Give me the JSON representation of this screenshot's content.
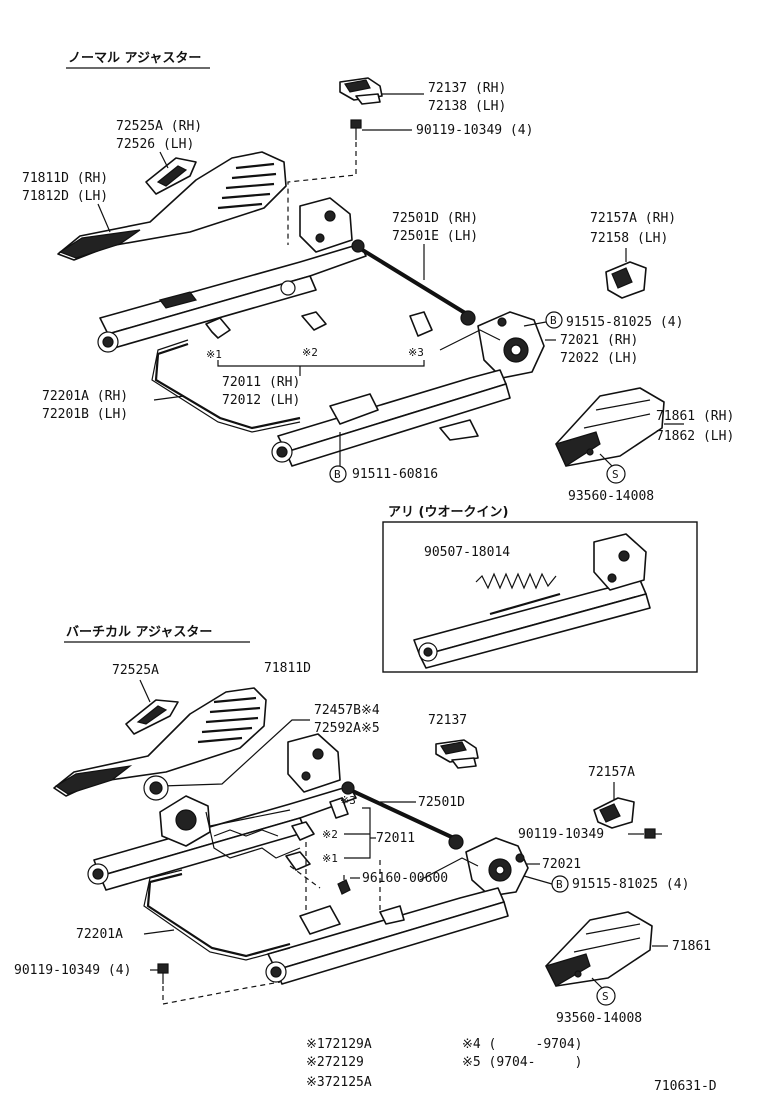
{
  "headings": {
    "normal": "ノーマル アジャスター",
    "vertical": "バーチカル アジャスター",
    "walkin": "アリ (ウオークイン)"
  },
  "labels": {
    "l72137_rh": "72137 (RH)",
    "l72138_lh": "72138 (LH)",
    "l90119_4_top": "90119-10349 (4)",
    "l72525a_rh": "72525A (RH)",
    "l72526_lh": "72526  (LH)",
    "l71811d_rh": "71811D (RH)",
    "l71812d_lh": "71812D (LH)",
    "l72501d_rh": "72501D (RH)",
    "l72501e_lh": "72501E (LH)",
    "l72157a_rh": "72157A (RH)",
    "l72158_lh": "72158  (LH)",
    "l91515_4_top": "91515-81025 (4)",
    "l72021_rh": "72021 (RH)",
    "l72022_lh": "72022 (LH)",
    "l72201a_rh": "72201A (RH)",
    "l72201b_lh": "72201B (LH)",
    "l72011_rh": "72011 (RH)",
    "l72012_lh": "72012 (LH)",
    "l91511": "91511-60816",
    "l71861_rh": "71861 (RH)",
    "l71862_lh": "71862 (LH)",
    "l93560_top": "93560-14008",
    "l90507": "90507-18014",
    "v72525a": "72525A",
    "v71811d": "71811D",
    "v72457b": "72457B※4",
    "v72592a": "72592A※5",
    "v72137": "72137",
    "v72157a": "72157A",
    "v72501d": "72501D",
    "v90119_right": "90119-10349",
    "v72011": "72011",
    "v96160": "96160-00600",
    "v72021": "72021",
    "v91515_4": "91515-81025 (4)",
    "v72201a": "72201A",
    "v71861": "71861",
    "v90119_4_left": "90119-10349 (4)",
    "v93560": "93560-14008"
  },
  "callouts": {
    "m1_top": "※1",
    "m2_top": "※2",
    "m3_top": "※3",
    "m3_bottom": "※3",
    "m2_bottom": "※2",
    "m1_bottom": "※1",
    "circle_b": "B",
    "circle_s": "S"
  },
  "notes": {
    "n1": "※172129A",
    "n2": "※272129",
    "n3": "※372125A",
    "n4": "※4 (     -9704)",
    "n5": "※5 (9704-     )",
    "code": "710631-D"
  }
}
